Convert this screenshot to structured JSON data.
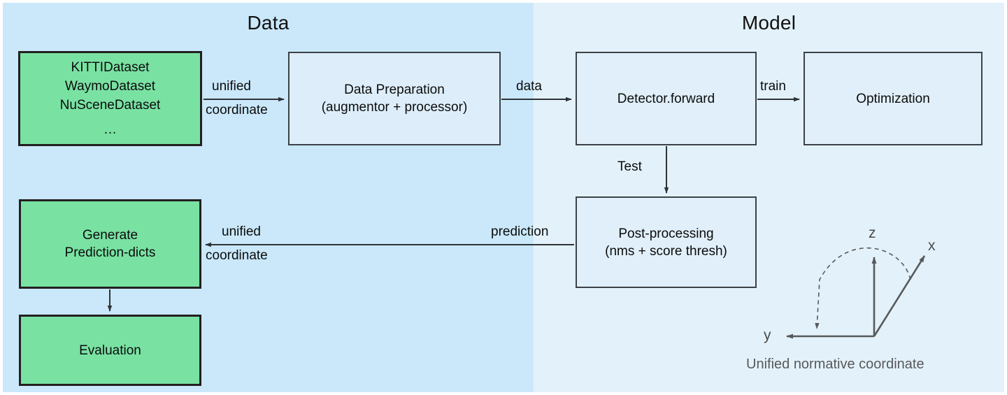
{
  "diagram": {
    "title_data_panel": "Data",
    "title_model_panel": "Model",
    "colors": {
      "data_panel_bg": "#cae8fa",
      "model_panel_bg": "#e3f2fa",
      "green_node_fill": "#79e2a3",
      "green_node_border": "#231f20",
      "plain_node_fill": "#ddeefa",
      "plain_node_border": "#3b4147",
      "arrow_stroke": "#2f3337",
      "axis_stroke": "#58595b",
      "caption_text": "#58595b"
    }
  },
  "nodes": {
    "datasets": {
      "line1": "KITTIDataset",
      "line2": "WaymoDataset",
      "line3": "NuSceneDataset",
      "line4": "…"
    },
    "data_preparation": {
      "line1": "Data Preparation",
      "line2": "(augmentor + processor)"
    },
    "detector_forward": {
      "line1": "Detector.forward"
    },
    "optimization": {
      "line1": "Optimization"
    },
    "post_processing": {
      "line1": "Post-processing",
      "line2": "(nms + score thresh)"
    },
    "generate_prediction_dicts": {
      "line1": "Generate",
      "line2": "Prediction-dicts"
    },
    "evaluation": {
      "line1": "Evaluation"
    }
  },
  "edges": {
    "datasets_to_prep_top": "unified",
    "datasets_to_prep_bottom": "coordinate",
    "prep_to_detector": "data",
    "detector_to_optimization": "train",
    "detector_to_postprocessing": "Test",
    "postprocessing_to_generate": "prediction",
    "postprocessing_to_generate_top": "unified",
    "postprocessing_to_generate_bottom": "coordinate"
  },
  "coordinate_frame": {
    "axis_z": "z",
    "axis_x": "x",
    "axis_y": "y",
    "caption": "Unified normative coordinate"
  }
}
